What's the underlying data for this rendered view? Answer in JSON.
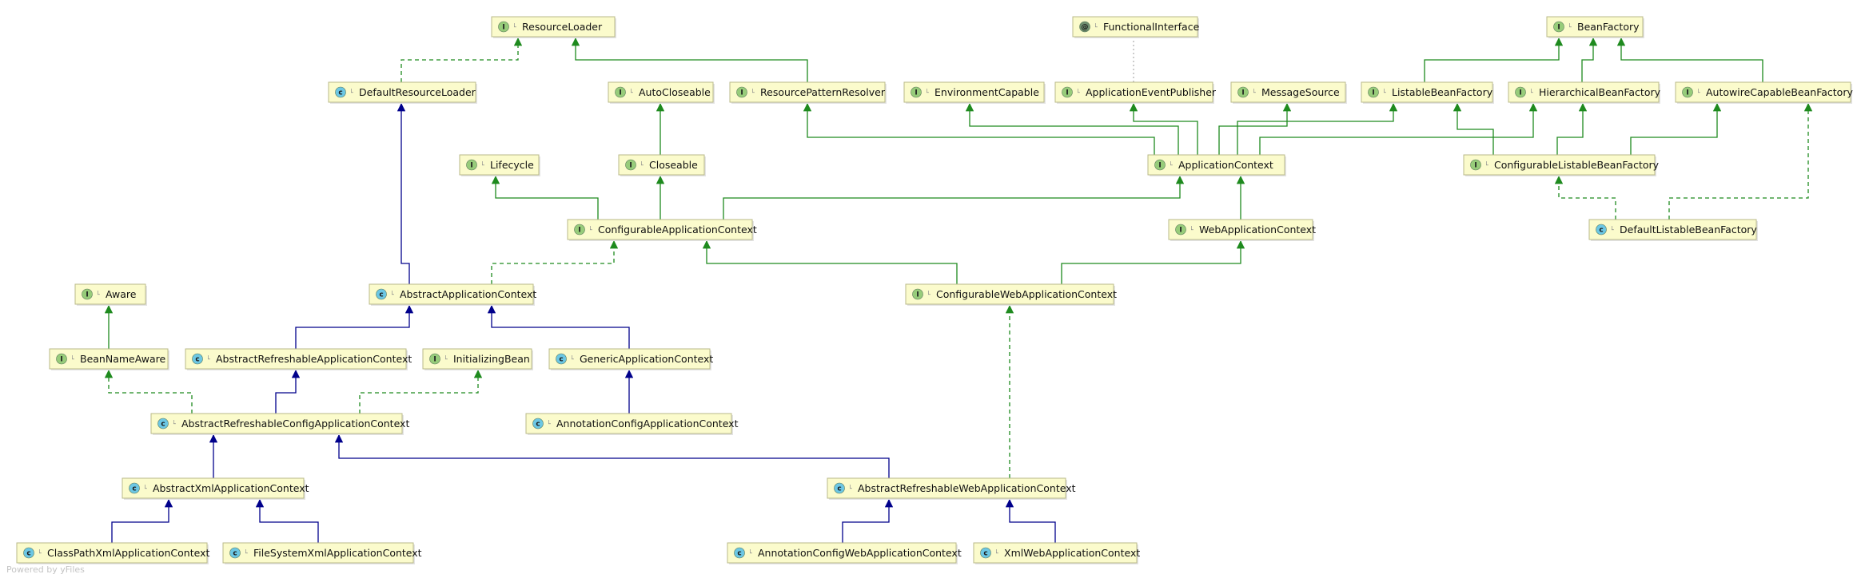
{
  "footer": "Powered by yFiles",
  "colors": {
    "background": "#ffffff",
    "node_fill": "#fbfbcc",
    "node_border": "#b9b98a",
    "interface_badge": "#97cc7a",
    "class_badge": "#6cc7e4",
    "annotation_badge": "#6f8f6f",
    "implements_edge": "#1e8a1e",
    "extends_edge": "#00008b",
    "annotation_edge": "#b0b0b0"
  },
  "nodes": [
    {
      "id": "ResourceLoader",
      "label": "ResourceLoader",
      "kind": "interface"
    },
    {
      "id": "FunctionalInterface",
      "label": "FunctionalInterface",
      "kind": "annotation"
    },
    {
      "id": "BeanFactory",
      "label": "BeanFactory",
      "kind": "interface"
    },
    {
      "id": "DefaultResourceLoader",
      "label": "DefaultResourceLoader",
      "kind": "class"
    },
    {
      "id": "AutoCloseable",
      "label": "AutoCloseable",
      "kind": "interface"
    },
    {
      "id": "ResourcePatternResolver",
      "label": "ResourcePatternResolver",
      "kind": "interface"
    },
    {
      "id": "EnvironmentCapable",
      "label": "EnvironmentCapable",
      "kind": "interface"
    },
    {
      "id": "ApplicationEventPublisher",
      "label": "ApplicationEventPublisher",
      "kind": "interface"
    },
    {
      "id": "MessageSource",
      "label": "MessageSource",
      "kind": "interface"
    },
    {
      "id": "ListableBeanFactory",
      "label": "ListableBeanFactory",
      "kind": "interface"
    },
    {
      "id": "HierarchicalBeanFactory",
      "label": "HierarchicalBeanFactory",
      "kind": "interface"
    },
    {
      "id": "AutowireCapableBeanFactory",
      "label": "AutowireCapableBeanFactory",
      "kind": "interface"
    },
    {
      "id": "Lifecycle",
      "label": "Lifecycle",
      "kind": "interface"
    },
    {
      "id": "Closeable",
      "label": "Closeable",
      "kind": "interface"
    },
    {
      "id": "ApplicationContext",
      "label": "ApplicationContext",
      "kind": "interface"
    },
    {
      "id": "ConfigurableListableBeanFactory",
      "label": "ConfigurableListableBeanFactory",
      "kind": "interface"
    },
    {
      "id": "ConfigurableApplicationContext",
      "label": "ConfigurableApplicationContext",
      "kind": "interface"
    },
    {
      "id": "WebApplicationContext",
      "label": "WebApplicationContext",
      "kind": "interface"
    },
    {
      "id": "DefaultListableBeanFactory",
      "label": "DefaultListableBeanFactory",
      "kind": "class"
    },
    {
      "id": "Aware",
      "label": "Aware",
      "kind": "interface"
    },
    {
      "id": "AbstractApplicationContext",
      "label": "AbstractApplicationContext",
      "kind": "class"
    },
    {
      "id": "ConfigurableWebApplicationContext",
      "label": "ConfigurableWebApplicationContext",
      "kind": "interface"
    },
    {
      "id": "BeanNameAware",
      "label": "BeanNameAware",
      "kind": "interface"
    },
    {
      "id": "AbstractRefreshableApplicationContext",
      "label": "AbstractRefreshableApplicationContext",
      "kind": "class"
    },
    {
      "id": "InitializingBean",
      "label": "InitializingBean",
      "kind": "interface"
    },
    {
      "id": "GenericApplicationContext",
      "label": "GenericApplicationContext",
      "kind": "class"
    },
    {
      "id": "AbstractRefreshableConfigApplicationContext",
      "label": "AbstractRefreshableConfigApplicationContext",
      "kind": "class"
    },
    {
      "id": "AnnotationConfigApplicationContext",
      "label": "AnnotationConfigApplicationContext",
      "kind": "class"
    },
    {
      "id": "AbstractXmlApplicationContext",
      "label": "AbstractXmlApplicationContext",
      "kind": "class"
    },
    {
      "id": "AbstractRefreshableWebApplicationContext",
      "label": "AbstractRefreshableWebApplicationContext",
      "kind": "class"
    },
    {
      "id": "ClassPathXmlApplicationContext",
      "label": "ClassPathXmlApplicationContext",
      "kind": "class"
    },
    {
      "id": "FileSystemXmlApplicationContext",
      "label": "FileSystemXmlApplicationContext",
      "kind": "class"
    },
    {
      "id": "AnnotationConfigWebApplicationContext",
      "label": "AnnotationConfigWebApplicationContext",
      "kind": "class"
    },
    {
      "id": "XmlWebApplicationContext",
      "label": "XmlWebApplicationContext",
      "kind": "class"
    }
  ],
  "edges": [
    {
      "from": "DefaultResourceLoader",
      "to": "ResourceLoader",
      "type": "implements"
    },
    {
      "from": "ResourcePatternResolver",
      "to": "ResourceLoader",
      "type": "extends-interface"
    },
    {
      "from": "ListableBeanFactory",
      "to": "BeanFactory",
      "type": "extends-interface"
    },
    {
      "from": "HierarchicalBeanFactory",
      "to": "BeanFactory",
      "type": "extends-interface"
    },
    {
      "from": "AutowireCapableBeanFactory",
      "to": "BeanFactory",
      "type": "extends-interface"
    },
    {
      "from": "ApplicationEventPublisher",
      "to": "FunctionalInterface",
      "type": "annotation"
    },
    {
      "from": "Closeable",
      "to": "AutoCloseable",
      "type": "extends-interface"
    },
    {
      "from": "ApplicationContext",
      "to": "ResourcePatternResolver",
      "type": "extends-interface"
    },
    {
      "from": "ApplicationContext",
      "to": "EnvironmentCapable",
      "type": "extends-interface"
    },
    {
      "from": "ApplicationContext",
      "to": "ApplicationEventPublisher",
      "type": "extends-interface"
    },
    {
      "from": "ApplicationContext",
      "to": "MessageSource",
      "type": "extends-interface"
    },
    {
      "from": "ApplicationContext",
      "to": "ListableBeanFactory",
      "type": "extends-interface"
    },
    {
      "from": "ApplicationContext",
      "to": "HierarchicalBeanFactory",
      "type": "extends-interface"
    },
    {
      "from": "ConfigurableListableBeanFactory",
      "to": "ListableBeanFactory",
      "type": "extends-interface"
    },
    {
      "from": "ConfigurableListableBeanFactory",
      "to": "HierarchicalBeanFactory",
      "type": "extends-interface"
    },
    {
      "from": "ConfigurableListableBeanFactory",
      "to": "AutowireCapableBeanFactory",
      "type": "extends-interface"
    },
    {
      "from": "ConfigurableApplicationContext",
      "to": "Lifecycle",
      "type": "extends-interface"
    },
    {
      "from": "ConfigurableApplicationContext",
      "to": "Closeable",
      "type": "extends-interface"
    },
    {
      "from": "ConfigurableApplicationContext",
      "to": "ApplicationContext",
      "type": "extends-interface"
    },
    {
      "from": "WebApplicationContext",
      "to": "ApplicationContext",
      "type": "extends-interface"
    },
    {
      "from": "DefaultListableBeanFactory",
      "to": "ConfigurableListableBeanFactory",
      "type": "implements"
    },
    {
      "from": "DefaultListableBeanFactory",
      "to": "AutowireCapableBeanFactory",
      "type": "implements"
    },
    {
      "from": "AbstractApplicationContext",
      "to": "DefaultResourceLoader",
      "type": "extends-class"
    },
    {
      "from": "AbstractApplicationContext",
      "to": "ConfigurableApplicationContext",
      "type": "implements"
    },
    {
      "from": "ConfigurableWebApplicationContext",
      "to": "ConfigurableApplicationContext",
      "type": "extends-interface"
    },
    {
      "from": "ConfigurableWebApplicationContext",
      "to": "WebApplicationContext",
      "type": "extends-interface"
    },
    {
      "from": "BeanNameAware",
      "to": "Aware",
      "type": "extends-interface"
    },
    {
      "from": "AbstractRefreshableApplicationContext",
      "to": "AbstractApplicationContext",
      "type": "extends-class"
    },
    {
      "from": "GenericApplicationContext",
      "to": "AbstractApplicationContext",
      "type": "extends-class"
    },
    {
      "from": "AbstractRefreshableConfigApplicationContext",
      "to": "AbstractRefreshableApplicationContext",
      "type": "extends-class"
    },
    {
      "from": "AbstractRefreshableConfigApplicationContext",
      "to": "BeanNameAware",
      "type": "implements"
    },
    {
      "from": "AbstractRefreshableConfigApplicationContext",
      "to": "InitializingBean",
      "type": "implements"
    },
    {
      "from": "AnnotationConfigApplicationContext",
      "to": "GenericApplicationContext",
      "type": "extends-class"
    },
    {
      "from": "AbstractXmlApplicationContext",
      "to": "AbstractRefreshableConfigApplicationContext",
      "type": "extends-class"
    },
    {
      "from": "AbstractRefreshableWebApplicationContext",
      "to": "AbstractRefreshableConfigApplicationContext",
      "type": "extends-class"
    },
    {
      "from": "AbstractRefreshableWebApplicationContext",
      "to": "ConfigurableWebApplicationContext",
      "type": "implements"
    },
    {
      "from": "ClassPathXmlApplicationContext",
      "to": "AbstractXmlApplicationContext",
      "type": "extends-class"
    },
    {
      "from": "FileSystemXmlApplicationContext",
      "to": "AbstractXmlApplicationContext",
      "type": "extends-class"
    },
    {
      "from": "AnnotationConfigWebApplicationContext",
      "to": "AbstractRefreshableWebApplicationContext",
      "type": "extends-class"
    },
    {
      "from": "XmlWebApplicationContext",
      "to": "AbstractRefreshableWebApplicationContext",
      "type": "extends-class"
    }
  ]
}
